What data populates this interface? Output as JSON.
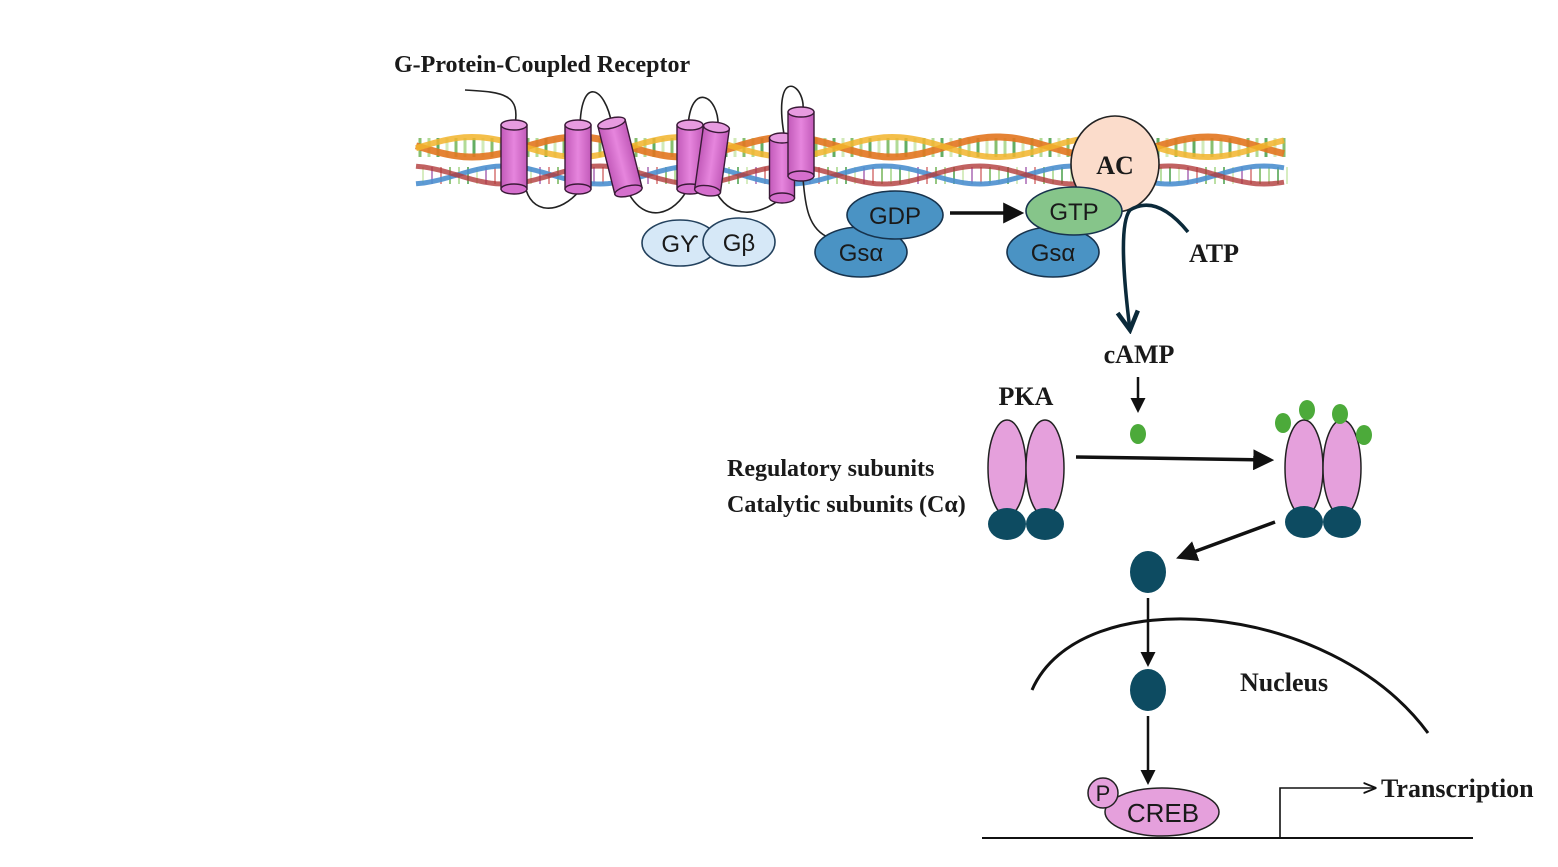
{
  "labels": {
    "receptor": "G-Protein-Coupled Receptor",
    "ac": "AC",
    "gdp": "GDP",
    "gtp": "GTP",
    "gsa_inactive": "Gsα",
    "gsa_active": "Gsα",
    "g_gamma": "Gϒ",
    "g_beta": "Gβ",
    "atp": "ATP",
    "camp": "cAMP",
    "pka": "PKA",
    "regulatory": "Regulatory subunits",
    "catalytic": "Catalytic subunits (Cα)",
    "nucleus": "Nucleus",
    "phospho": "P",
    "creb": "CREB",
    "transcription": "Transcription"
  },
  "colors": {
    "helix": "#d56fcd",
    "gprotein_light": "#d6e8f7",
    "gsa": "#4a93c4",
    "gdp": "#4a93c4",
    "gtp": "#86c58a",
    "ac": "#fbdccb",
    "pka_regulatory": "#e5a0dc",
    "catalytic": "#0d4b61",
    "camp": "#4caa3a",
    "creb": "#e5a0dc",
    "arrow": "#111111"
  }
}
